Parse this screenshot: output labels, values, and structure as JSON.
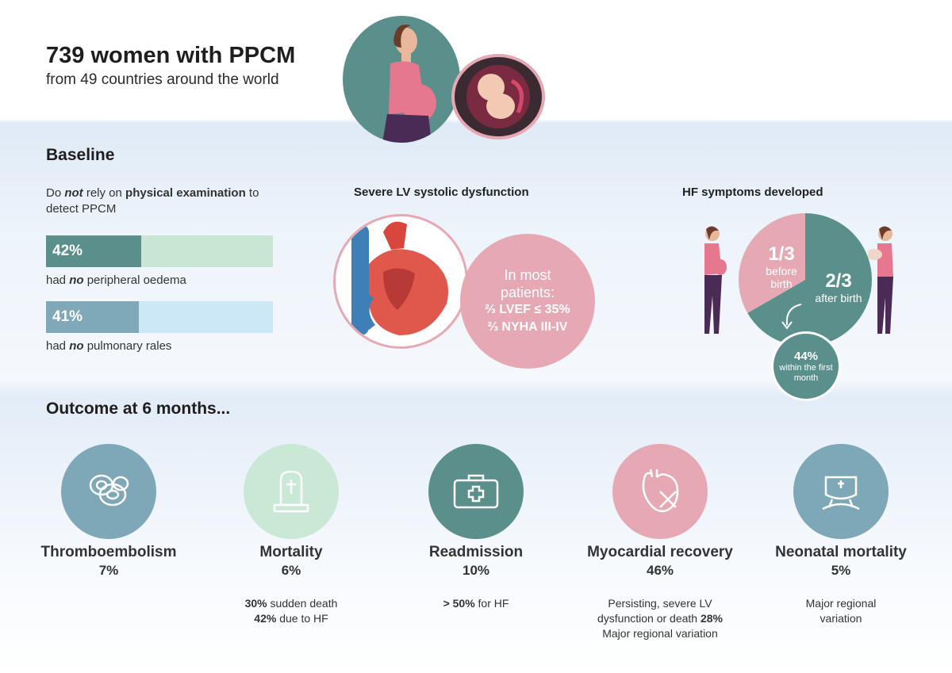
{
  "header": {
    "title": "739 women with PPCM",
    "subtitle": "from 49 countries around the world"
  },
  "baseline": {
    "heading": "Baseline",
    "intro_1": "Do ",
    "intro_not": "not",
    "intro_2": " rely on ",
    "intro_bold": "physical examination",
    "intro_3": " to detect PPCM",
    "bars": [
      {
        "value": "42%",
        "fraction": 0.42,
        "pre": "had ",
        "neg": "no",
        "post": " peripheral oedema",
        "fill_color": "#5a8f8b",
        "track_color": "#c9e6d4"
      },
      {
        "value": "41%",
        "fraction": 0.41,
        "pre": "had ",
        "neg": "no",
        "post": " pulmonary rales",
        "fill_color": "#7fa8b8",
        "track_color": "#cce8f7"
      }
    ],
    "lv": {
      "heading": "Severe LV systolic dysfunction",
      "line1": "In most",
      "line2": "patients:",
      "line3": "⅔ LVEF ≤ 35%",
      "line4": "⅔ NYHA III-IV"
    },
    "hf": {
      "heading": "HF symptoms developed",
      "before_frac": "1/3",
      "before_label": "before birth",
      "after_frac": "2/3",
      "after_label": "after birth",
      "first_month_pct": "44%",
      "first_month_label": "within the first month",
      "before_share": 0.3333,
      "after_share": 0.6667
    }
  },
  "outcome": {
    "heading": "Outcome at 6 months...",
    "items": [
      {
        "label": "Thromboembolism",
        "value": "7%",
        "icon": "blood-cells-icon",
        "color": "#7ea7b7",
        "note1": "",
        "note2": "",
        "note3": ""
      },
      {
        "label": "Mortality",
        "value": "6%",
        "icon": "gravestone-icon",
        "color": "#c9e8d5",
        "note1": "30% sudden death",
        "note2": "42% due to HF",
        "note3": ""
      },
      {
        "label": "Readmission",
        "value": "10%",
        "icon": "first-aid-kit-icon",
        "color": "#5a8f8b",
        "note1": "> 50% for HF",
        "note2": "",
        "note3": ""
      },
      {
        "label": "Myocardial recovery",
        "value": "46%",
        "icon": "bandaged-heart-icon",
        "color": "#e6a9b4",
        "note1": "Persisting, severe LV",
        "note2": "dysfunction or death 28%",
        "note3": "Major regional variation"
      },
      {
        "label": "Neonatal mortality",
        "value": "5%",
        "icon": "cradle-icon",
        "color": "#7ea7b7",
        "note1": "Major regional",
        "note2": "variation",
        "note3": ""
      }
    ]
  },
  "colors": {
    "teal": "#5a8f8b",
    "pink": "#e6a9b4",
    "slate": "#7ea7b7",
    "mint": "#c9e8d5"
  }
}
